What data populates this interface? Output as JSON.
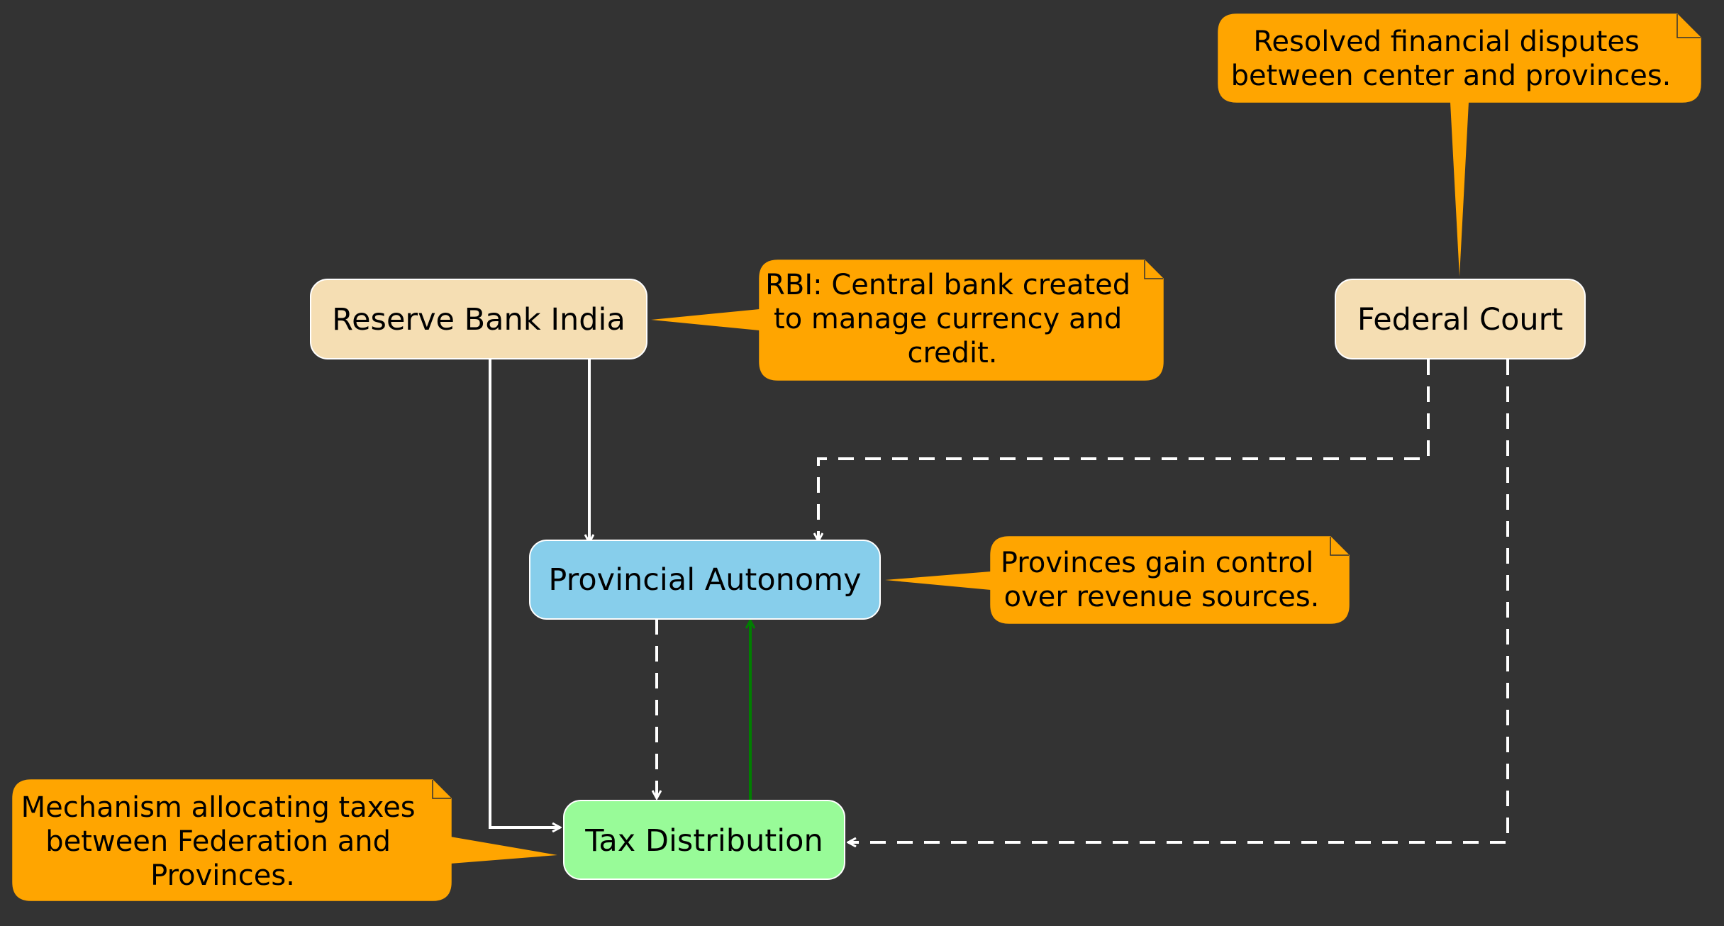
{
  "colors": {
    "background": "#333333",
    "node_rbi": "#F5DEB3",
    "node_federal_court": "#F5DEB3",
    "node_provincial_autonomy": "#87CEEB",
    "node_tax_distribution": "#98FB98",
    "note_fill": "#FFA500",
    "edge_default": "#FFFFFF",
    "edge_green": "#007F00"
  },
  "nodes": {
    "rbi": {
      "label": "Reserve Bank India"
    },
    "federal_court": {
      "label": "Federal Court"
    },
    "provincial_autonomy": {
      "label": "Provincial Autonomy"
    },
    "tax_distribution": {
      "label": "Tax Distribution"
    }
  },
  "notes": {
    "federal_court": {
      "lines": [
        "Resolved financial disputes",
        "between center and provinces."
      ]
    },
    "rbi": {
      "lines": [
        "RBI: Central bank created",
        "to manage currency and",
        "credit."
      ]
    },
    "provincial_autonomy": {
      "lines": [
        "Provinces gain control",
        "over revenue sources."
      ]
    },
    "tax_distribution": {
      "lines": [
        "Mechanism allocating taxes",
        "between Federation and",
        "Provinces."
      ]
    }
  },
  "edges": [
    {
      "from": "rbi",
      "to": "provincial_autonomy",
      "style": "solid",
      "color": "edge_default"
    },
    {
      "from": "rbi",
      "to": "tax_distribution",
      "style": "solid",
      "color": "edge_default"
    },
    {
      "from": "federal_court",
      "to": "provincial_autonomy",
      "style": "dashed",
      "color": "edge_default"
    },
    {
      "from": "federal_court",
      "to": "tax_distribution",
      "style": "dashed",
      "color": "edge_default"
    },
    {
      "from": "provincial_autonomy",
      "to": "tax_distribution",
      "style": "dashed",
      "color": "edge_default"
    },
    {
      "from": "tax_distribution",
      "to": "provincial_autonomy",
      "style": "solid",
      "color": "edge_green"
    }
  ]
}
